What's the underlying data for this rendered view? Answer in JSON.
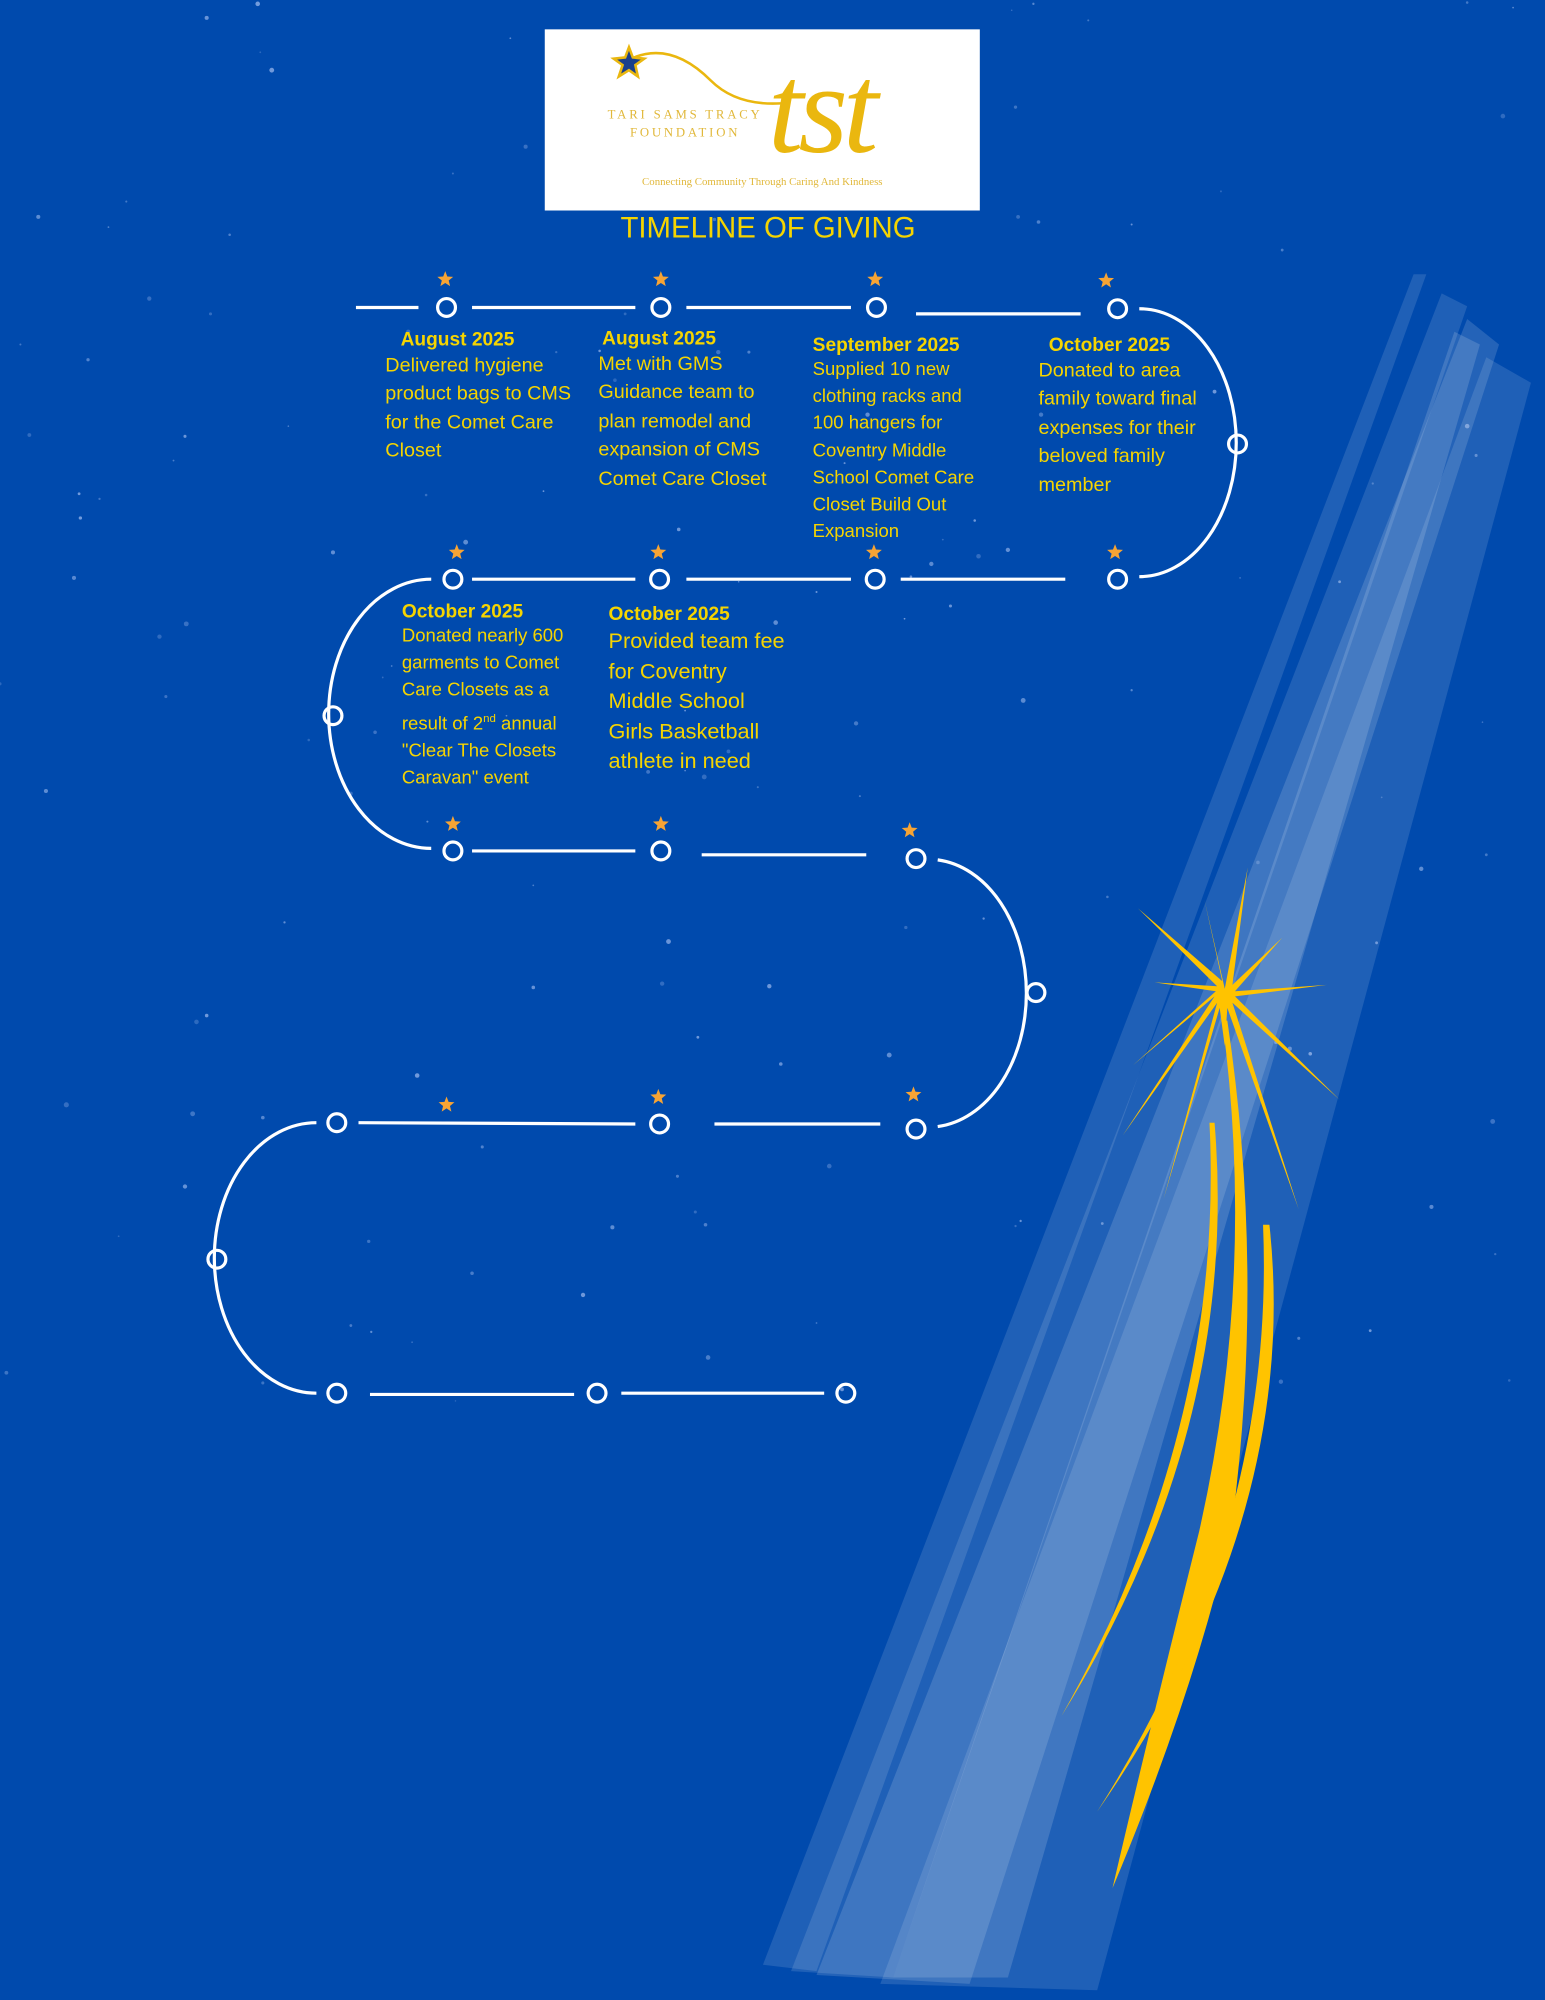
{
  "logo": {
    "org_line1": "TARI SAMS TRACY",
    "org_line2": "FOUNDATION",
    "monogram": "tst",
    "tagline": "Connecting Community Through Caring And Kindness"
  },
  "title": "TIMELINE OF GIVING",
  "entries": [
    {
      "date": "August 2025",
      "desc": "Delivered hygiene product bags to CMS for the Comet Care Closet"
    },
    {
      "date": "August 2025",
      "desc": "Met with GMS Guidance team to plan remodel and expansion of CMS Comet Care Closet"
    },
    {
      "date": "September 2025",
      "desc": "Supplied 10 new clothing racks and 100 hangers for Coventry Middle School Comet Care Closet Build Out Expansion"
    },
    {
      "date": "October 2025",
      "desc": "Donated to area family toward final expenses for their beloved family member"
    },
    {
      "date": "October 2025",
      "desc_a": "Donated nearly 600 garments to Comet Care Closets as a result of 2",
      "desc_sup": "nd",
      "desc_b": " annual \"Clear The Closets Caravan\" event"
    },
    {
      "date": "October 2025",
      "desc": "Provided team fee for Coventry Middle School Girls Basketball athlete in need"
    }
  ],
  "colors": {
    "background": "#004aad",
    "text": "#f5d400",
    "star": "#f7a434",
    "line": "#ffffff",
    "comet": "#ffc300"
  }
}
